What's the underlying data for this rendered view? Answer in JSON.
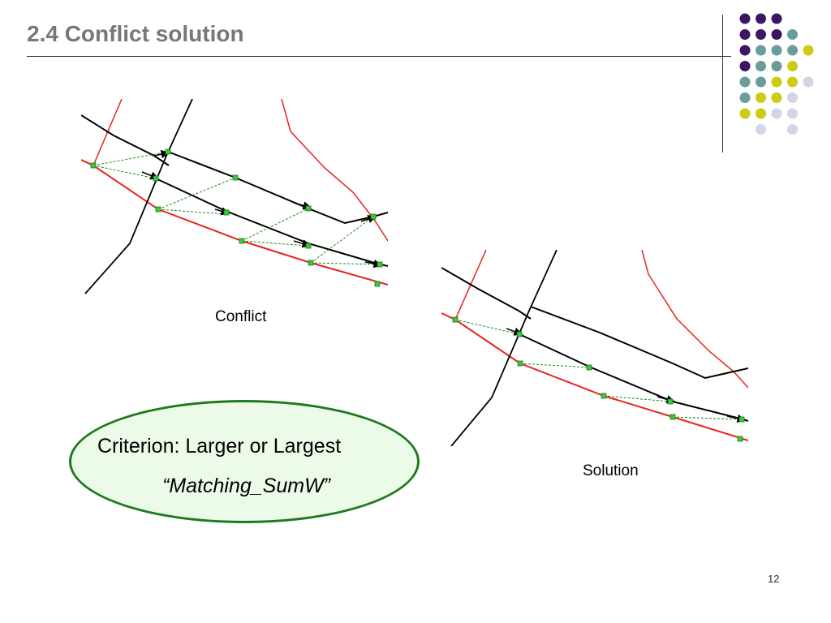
{
  "slide": {
    "title": "2.4 Conflict solution",
    "page_number": "12"
  },
  "figures": {
    "conflict_caption": "Conflict",
    "solution_caption": "Solution"
  },
  "criterion": {
    "line1": "Criterion: Larger or Largest",
    "line2": "“Matching_SumW”"
  },
  "colors": {
    "title": "#777777",
    "road_network_a": "#000000",
    "road_network_b": "#e8231f",
    "matching_link": "#1a8a1a",
    "node": "#3cc83c",
    "criterion_fill": "#ecfbe8",
    "criterion_border": "#1f7a1f",
    "dot_purple": "#3d1566",
    "dot_teal": "#6a9c9c",
    "dot_yellow": "#cccc14",
    "dot_lavender": "#d4d4e6"
  },
  "decoration": {
    "dot_grid": [
      [
        "purple",
        "purple",
        "purple",
        "",
        ""
      ],
      [
        "purple",
        "purple",
        "purple",
        "teal",
        ""
      ],
      [
        "purple",
        "teal",
        "teal",
        "teal",
        "yellow"
      ],
      [
        "purple",
        "teal",
        "teal",
        "yellow",
        ""
      ],
      [
        "teal",
        "teal",
        "yellow",
        "yellow",
        "lavender"
      ],
      [
        "teal",
        "yellow",
        "yellow",
        "lavender",
        ""
      ],
      [
        "yellow",
        "yellow",
        "lavender",
        "lavender",
        ""
      ],
      [
        "",
        "lavender",
        "",
        "lavender",
        ""
      ]
    ]
  }
}
